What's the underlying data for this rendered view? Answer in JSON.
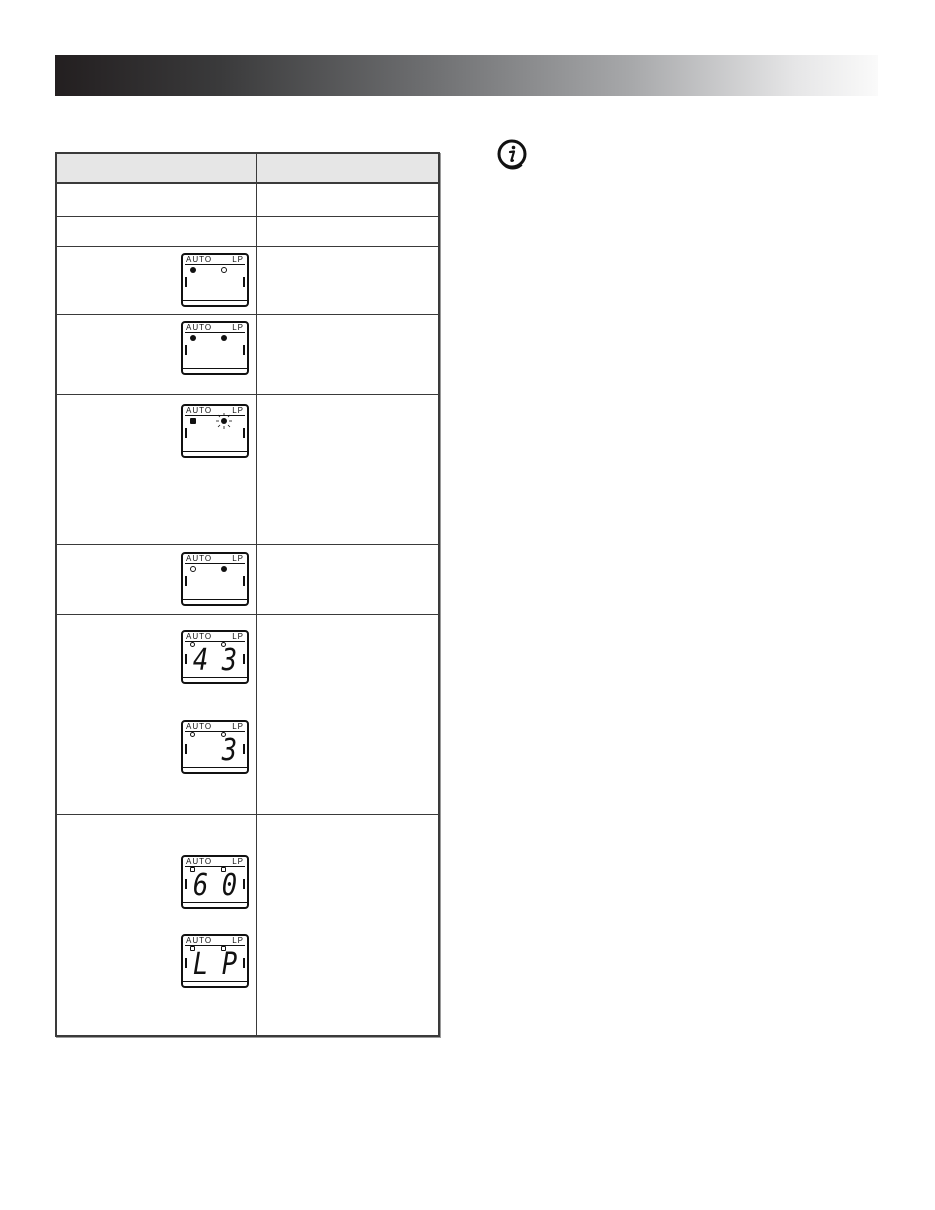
{
  "header": {
    "bar": "gradient-title-bar"
  },
  "table": {
    "rows": [
      {
        "type": "header"
      },
      {
        "type": "text"
      },
      {
        "type": "text"
      },
      {
        "type": "lcd",
        "displays": [
          {
            "auto_led": "on",
            "lp_led": "off",
            "digits": ""
          }
        ]
      },
      {
        "type": "lcd",
        "displays": [
          {
            "auto_led": "on",
            "lp_led": "on",
            "digits": ""
          }
        ]
      },
      {
        "type": "lcd",
        "displays": [
          {
            "auto_led": "on",
            "lp_led": "flashing",
            "digits": ""
          }
        ]
      },
      {
        "type": "lcd",
        "displays": [
          {
            "auto_led": "off",
            "lp_led": "on",
            "digits": ""
          }
        ]
      },
      {
        "type": "lcd",
        "displays": [
          {
            "auto_led": "off",
            "lp_led": "off",
            "digits": "43"
          },
          {
            "auto_led": "off",
            "lp_led": "off",
            "digits": "3"
          }
        ]
      },
      {
        "type": "lcd",
        "displays": [
          {
            "auto_led": "off",
            "lp_led": "off",
            "digits": "60"
          },
          {
            "auto_led": "off",
            "lp_led": "off",
            "digits": "LP"
          }
        ]
      }
    ]
  },
  "lcd": {
    "label_auto": "AUTO",
    "label_lp": "LP"
  },
  "digits": {
    "d43a": "4",
    "d43b": "3",
    "d3": "3",
    "d60a": "6",
    "d60b": "0",
    "dLPa": "L",
    "dLPb": "P"
  },
  "note": {
    "icon": "info-icon"
  }
}
